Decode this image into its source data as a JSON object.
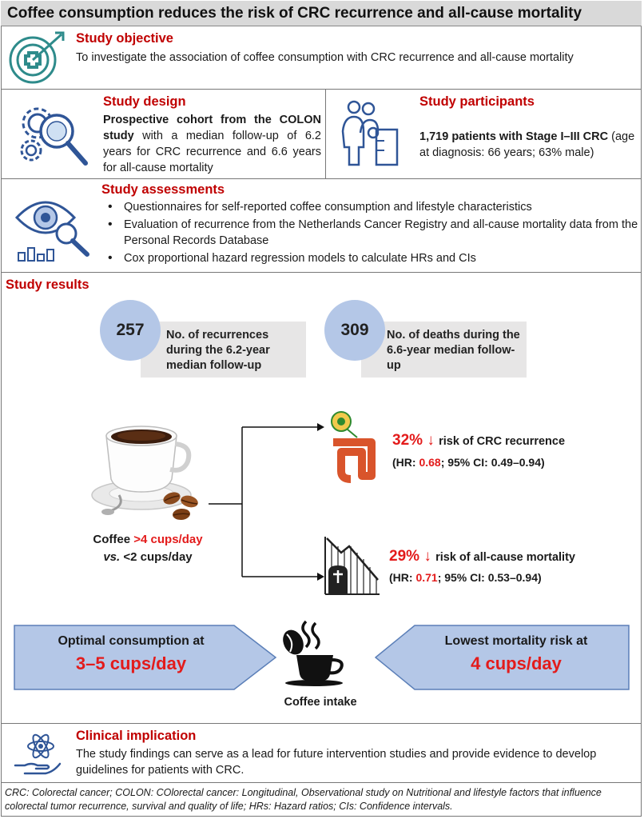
{
  "title": "Coffee consumption reduces the risk of CRC recurrence and all-cause mortality",
  "objective": {
    "heading": "Study objective",
    "text": "To investigate the association of coffee consumption with CRC recurrence and all-cause mortality",
    "icon": "target-icon"
  },
  "design": {
    "heading": "Study design",
    "text_bold": "Prospective cohort from the COLON study",
    "text_rest": " with a median follow-up of 6.2 years for CRC recurrence and 6.6 years for all-cause mortality",
    "icon": "gears-magnifier-icon"
  },
  "participants": {
    "heading": "Study participants",
    "text_bold": "1,719 patients with Stage I–III CRC",
    "text_rest": " (age at diagnosis: 66 years; 63% male)",
    "icon": "people-icon"
  },
  "assessments": {
    "heading": "Study assessments",
    "items": [
      "Questionnaires for self-reported coffee consumption and lifestyle characteristics",
      "Evaluation of recurrence from the Netherlands Cancer Registry and all-cause mortality data from the Personal Records Database",
      "Cox proportional hazard regression models to calculate HRs and CIs"
    ],
    "icon": "eye-magnifier-icon"
  },
  "results": {
    "heading": "Study results",
    "stat1": {
      "value": "257",
      "label": "No. of recurrences during the 6.2-year median follow-up"
    },
    "stat2": {
      "value": "309",
      "label": "No. of deaths during the 6.6-year median follow-up"
    },
    "coffee_prefix": "Coffee ",
    "coffee_high": ">4 cups/day",
    "coffee_vs": "vs.",
    "coffee_low": " <2 cups/day",
    "recurrence": {
      "pct": "32%",
      "arrow": "↓",
      "text": " risk of CRC recurrence",
      "hr_prefix": "(HR: ",
      "hr": "0.68",
      "hr_rest": "; 95% CI: 0.49–0.94)"
    },
    "mortality": {
      "pct": "29%",
      "arrow": "↓",
      "text": " risk of all-cause mortality",
      "hr_prefix": "(HR: ",
      "hr": "0.71",
      "hr_rest": "; 95% CI: 0.53–0.94)"
    },
    "optimal_label": "Optimal consumption at",
    "optimal_value": "3–5 cups/day",
    "lowest_label": "Lowest mortality risk at",
    "lowest_value": "4 cups/day",
    "coffee_intake": "Coffee intake"
  },
  "implication": {
    "heading": "Clinical implication",
    "text": "The study findings can serve as a lead for  future intervention studies and provide evidence to develop guidelines for patients with CRC.",
    "icon": "hand-atom-icon"
  },
  "footnote": "CRC: Colorectal cancer; COLON: COlorectal cancer: Longitudinal, Observational study on Nutritional and lifestyle factors that influence colorectal tumor recurrence, survival and quality of life; HRs: Hazard ratios; CIs: Confidence intervals.",
  "colors": {
    "accent_red": "#c00000",
    "blue_fill": "#b4c7e7",
    "gray_fill": "#e7e6e6",
    "icon_teal": "#2e8b8b",
    "icon_blue": "#2f5597"
  }
}
